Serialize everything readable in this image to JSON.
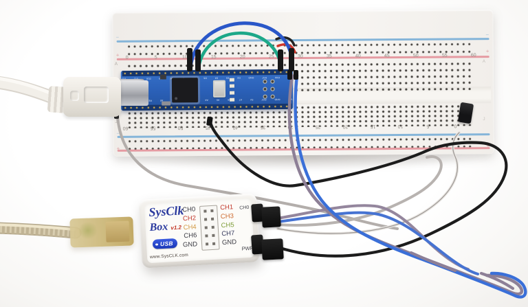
{
  "breadboard": {
    "column_labels_top": [
      "0",
      "5",
      "10",
      "15",
      "20",
      "25",
      "30",
      "35",
      "40",
      "45",
      "50",
      "55",
      "60"
    ],
    "column_labels_bottom_reversed": [
      "60",
      "55",
      "50",
      "45",
      "40",
      "35",
      "30",
      "25",
      "20",
      "15",
      "10",
      "5",
      "0"
    ],
    "row_letter_top": "A",
    "row_letter_bottom": "J",
    "rail_plus": "+",
    "rail_minus": "−",
    "rail_red_color": "#e59ba2",
    "rail_blue_color": "#85b5d9"
  },
  "arduino_nano": {
    "pin_labels_top": [
      "TX1",
      "RX0",
      "RST",
      "GND",
      "D2",
      "D3",
      "D4",
      "D5",
      "D6",
      "D7",
      "D8",
      "D9",
      "D10",
      "D11",
      "D12"
    ],
    "pin_labels_bottom": [
      "VIN",
      "GND",
      "RST",
      "5V",
      "A7",
      "A6",
      "A5",
      "A4",
      "A3",
      "A2",
      "A1",
      "A0",
      "REF",
      "3V3",
      "D13"
    ],
    "board_color": "#2e68c0"
  },
  "sysclk_box": {
    "brand_line1": "SysClk",
    "brand_line2": "Box",
    "version": "v1.2",
    "usb_logo_text": "USB",
    "website": "www.SysCLK.com",
    "channels_left": [
      {
        "label": "CH0",
        "color": "#3c3c44"
      },
      {
        "label": "CH2",
        "color": "#c1372b"
      },
      {
        "label": "CH4",
        "color": "#d29a44"
      },
      {
        "label": "CH6",
        "color": "#3c3c44"
      },
      {
        "label": "GND",
        "color": "#3c3c44"
      }
    ],
    "channels_right": [
      {
        "label": "CH1",
        "color": "#c1372b"
      },
      {
        "label": "CH3",
        "color": "#cd6a2e"
      },
      {
        "label": "CH5",
        "color": "#7f9d3a"
      },
      {
        "label": "CH7",
        "color": "#35395c"
      },
      {
        "label": "GND",
        "color": "#3c3c44"
      }
    ],
    "connector_top_label": "CH0",
    "connector_bottom_label": "PWR",
    "brand_color": "#2b3a9e",
    "version_color": "#c23322"
  },
  "wires": {
    "jumper_arc_blue": "#2a57c8",
    "jumper_arc_green": "#1da888",
    "pair_blue": "#3a6fd8",
    "pair_purple": "#8d7f96",
    "black_wire": "#1c1c1c",
    "gray_wire": "#b3aeab",
    "white_wire": "#e9e6e2"
  }
}
